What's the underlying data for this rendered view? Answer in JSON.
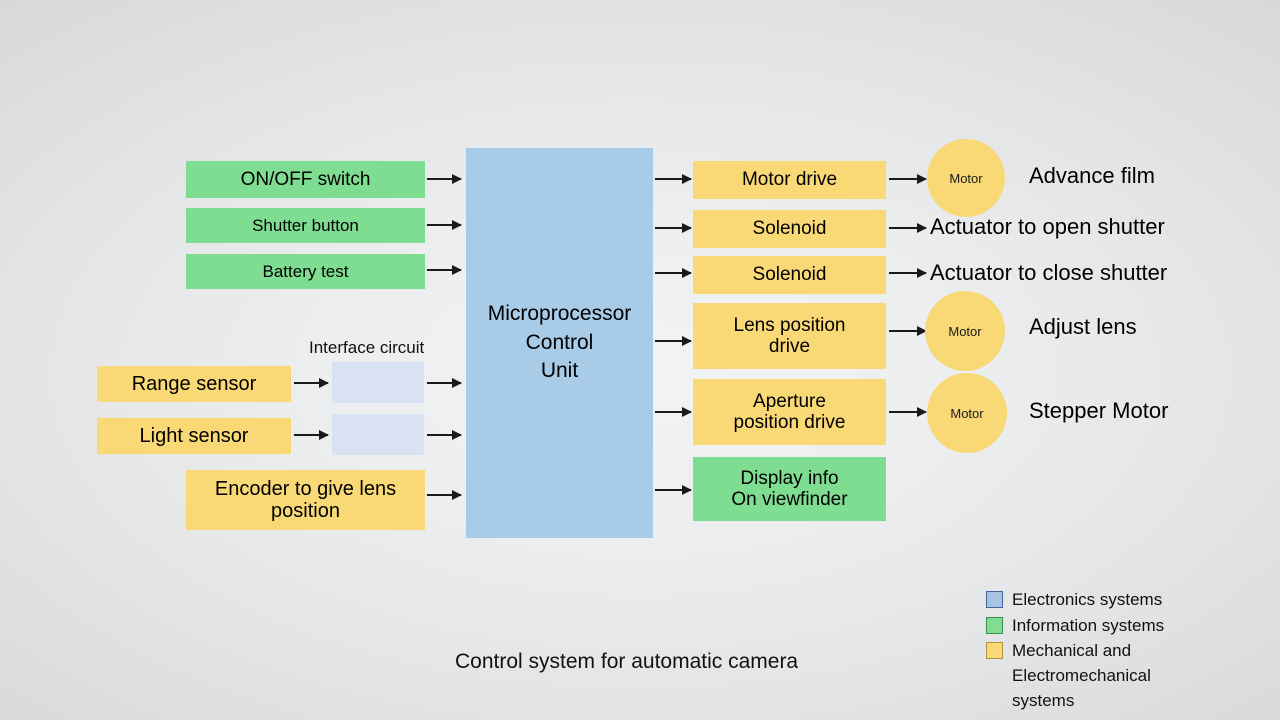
{
  "diagram": {
    "caption": "Control system for automatic camera",
    "interface_label": "Interface circuit",
    "inputs_switches": [
      {
        "label": "ON/OFF switch",
        "color": "#7fdd92"
      },
      {
        "label": "Shutter button",
        "color": "#7fdd92"
      },
      {
        "label": "Battery test",
        "color": "#7fdd92"
      }
    ],
    "inputs_sensors": [
      {
        "label": "Range sensor",
        "color": "#f9d976"
      },
      {
        "label": "Light sensor",
        "color": "#f9d976"
      },
      {
        "label": "Encoder to give lens\nposition",
        "color": "#f9d976"
      }
    ],
    "interface_blocks": [
      {
        "label": "",
        "color": "#d9e2f3"
      },
      {
        "label": "",
        "color": "#d9e2f3"
      }
    ],
    "controller": {
      "label": "Microprocessor\nControl\nUnit",
      "color": "#a8cbe8"
    },
    "outputs": [
      {
        "label": "Motor drive",
        "color": "#f9d976"
      },
      {
        "label": "Solenoid",
        "color": "#f9d976"
      },
      {
        "label": "Solenoid",
        "color": "#f9d976"
      },
      {
        "label": "Lens position\ndrive",
        "color": "#f9d976"
      },
      {
        "label": "Aperture\nposition drive",
        "color": "#f9d976"
      },
      {
        "label": "Display info\nOn viewfinder",
        "color": "#7fdd92"
      }
    ],
    "actuators": [
      {
        "kind": "circle",
        "circle_label": "Motor",
        "text": "Advance film"
      },
      {
        "kind": "text",
        "circle_label": "",
        "text": "Actuator to open shutter"
      },
      {
        "kind": "text",
        "circle_label": "",
        "text": "Actuator to close shutter"
      },
      {
        "kind": "circle",
        "circle_label": "Motor",
        "text": "Adjust lens"
      },
      {
        "kind": "circle",
        "circle_label": "Motor",
        "text": "Stepper Motor"
      }
    ],
    "legend": [
      {
        "label": "Electronics systems",
        "color": "#a8c4e2"
      },
      {
        "label": "Information  systems",
        "color": "#82dd93"
      },
      {
        "label": "Mechanical and\nElectromechanical\nsystems",
        "color": "#f9d976"
      }
    ]
  }
}
